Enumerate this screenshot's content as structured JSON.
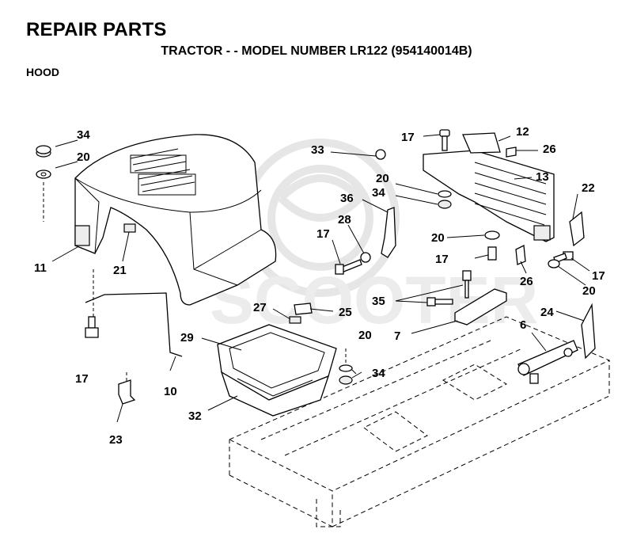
{
  "header": {
    "title": "REPAIR PARTS",
    "subtitle": "TRACTOR - - MODEL NUMBER LR122 (954140014B)",
    "section": "HOOD"
  },
  "callouts": [
    "34",
    "20",
    "11",
    "21",
    "17",
    "10",
    "23",
    "27",
    "25",
    "29",
    "32",
    "20",
    "34",
    "33",
    "20",
    "34",
    "36",
    "28",
    "17",
    "17",
    "12",
    "26",
    "13",
    "22",
    "20",
    "17",
    "26",
    "17",
    "20",
    "35",
    "7",
    "24",
    "6"
  ]
}
